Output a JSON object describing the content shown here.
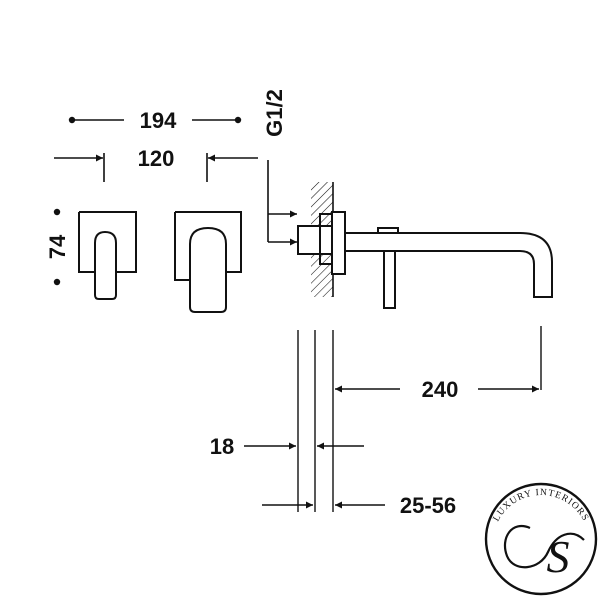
{
  "dimensions": {
    "overall_width": "194",
    "lever_spacing": "120",
    "plate_height": "74",
    "connection": "G1/2",
    "spout_reach": "240",
    "plate_depth": "18",
    "wall_range": "25-56"
  },
  "logo": {
    "ring_text": "LUXURY INTERIORS",
    "monogram": "S",
    "icon": "luxury-interiors-logo-icon"
  },
  "colors": {
    "line": "#111111",
    "background": "#ffffff"
  }
}
